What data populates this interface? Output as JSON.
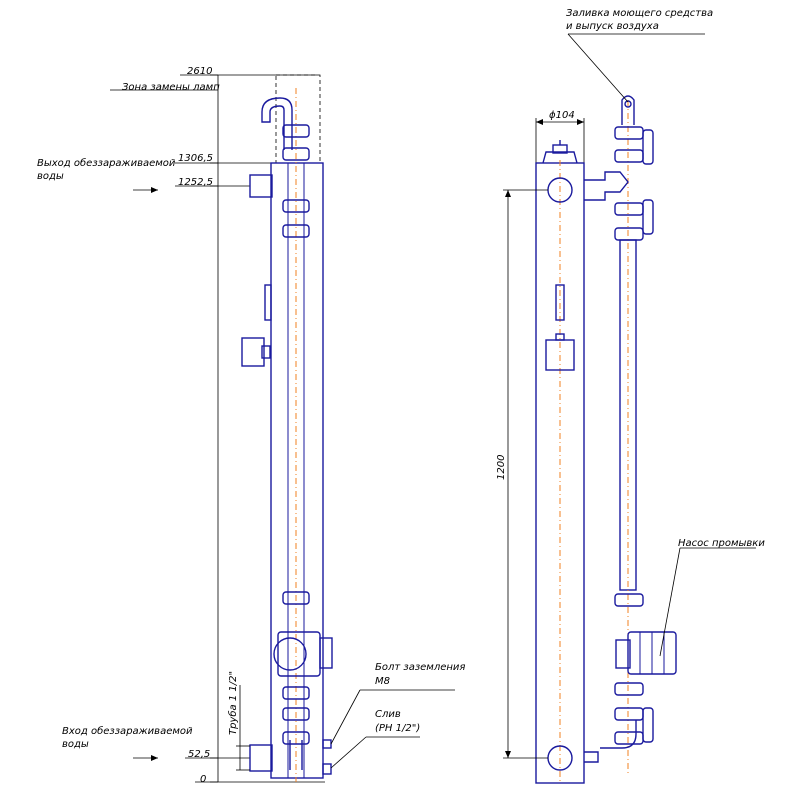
{
  "dimensions": {
    "d2610": "2610",
    "d1306": "1306,5",
    "d1252": "1252,5",
    "d52": "52,5",
    "d0": "0",
    "d104": "ϕ104",
    "d1200": "1200",
    "pipe": "Труба 1 1/2\""
  },
  "labels": {
    "lamp_zone": "Зона замены ламп",
    "outlet_1": "Выход обеззараживаемой",
    "outlet_2": "воды",
    "inlet_1": "Вход обеззараживаемой",
    "inlet_2": "воды",
    "ground_1": "Болт заземления",
    "ground_2": "М8",
    "drain_1": "Слив",
    "drain_2": "(РН 1/2\")",
    "fill_1": "Заливка моющего средства",
    "fill_2": "и выпуск воздуха",
    "pump": "Насос промывки"
  }
}
